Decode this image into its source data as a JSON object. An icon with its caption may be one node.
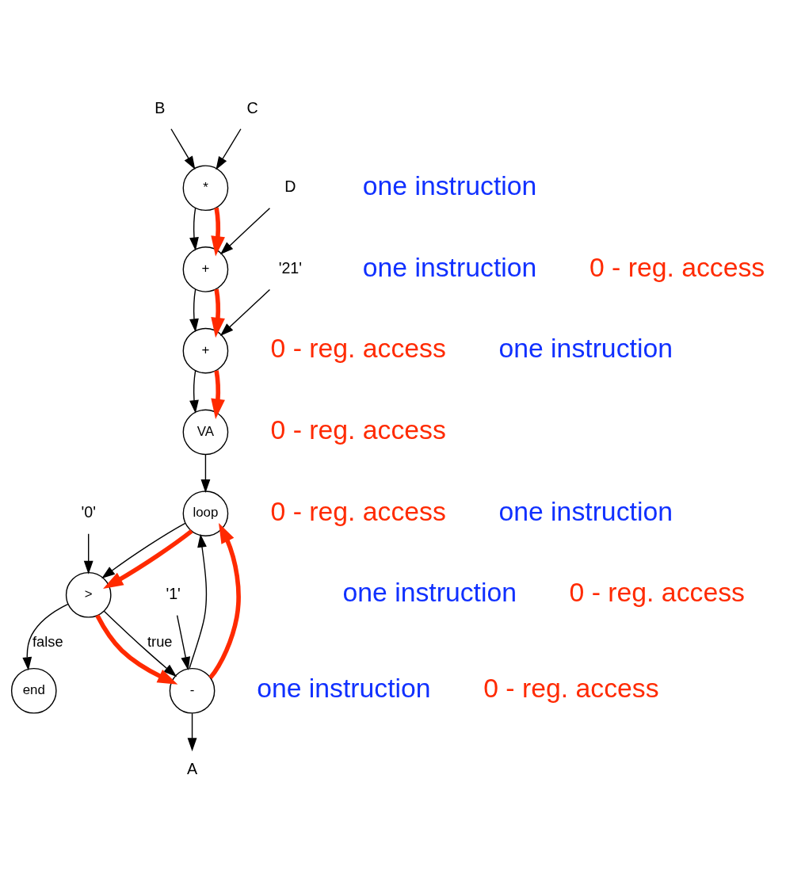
{
  "diagram": {
    "nodes": [
      {
        "text": [
          "B"
        ]
      },
      {
        "text": [
          "C"
        ]
      },
      {
        "text": [
          "*"
        ]
      },
      {
        "text": [
          "D"
        ]
      },
      {
        "text": [
          "+"
        ]
      },
      {
        "text": [
          "'21'"
        ]
      },
      {
        "text": [
          "+"
        ]
      },
      {
        "text": [
          "VA"
        ]
      },
      {
        "text": [
          "loop"
        ]
      },
      {
        "text": [
          "'0'"
        ]
      },
      {
        "text": [
          ">"
        ]
      },
      {
        "text": [
          "'1'"
        ]
      },
      {
        "text": [
          "-"
        ]
      },
      {
        "text": [
          "end"
        ]
      },
      {
        "text": [
          "A"
        ]
      }
    ],
    "edges": [
      {
        "from": 0,
        "to": 2,
        "arrow": "to"
      },
      {
        "from": 1,
        "to": 2,
        "arrow": "to"
      },
      {
        "from": 2,
        "to": 4,
        "arrow": "to"
      },
      {
        "from": 3,
        "to": 4,
        "arrow": "to"
      },
      {
        "from": 4,
        "to": 6,
        "arrow": "to"
      },
      {
        "from": 5,
        "to": 6,
        "arrow": "to"
      },
      {
        "from": 6,
        "to": 7,
        "arrow": "to"
      },
      {
        "from": 7,
        "to": 8,
        "arrow": "to"
      },
      {
        "from": 12,
        "to": 8,
        "arrow": "to"
      },
      {
        "from": 8,
        "to": 10,
        "arrow": "to"
      },
      {
        "from": 9,
        "to": 10,
        "arrow": "to"
      },
      {
        "from": 10,
        "to": 12,
        "arrow": "to",
        "label": "true"
      },
      {
        "from": 10,
        "to": 13,
        "arrow": "to",
        "label": "false"
      },
      {
        "from": 11,
        "to": 12,
        "arrow": "to"
      },
      {
        "from": 12,
        "to": 14,
        "arrow": "to"
      },
      {
        "from": 2,
        "to": 4,
        "arrow": "to",
        "style": "thick",
        "color": "#ff2a00"
      },
      {
        "from": 4,
        "to": 6,
        "arrow": "to",
        "style": "thick",
        "color": "#ff2a00"
      },
      {
        "from": 6,
        "to": 7,
        "arrow": "to",
        "style": "thick",
        "color": "#ff2a00"
      },
      {
        "from": 12,
        "to": 8,
        "arrow": "to",
        "style": "thick",
        "color": "#ff2a00"
      },
      {
        "from": 8,
        "to": 10,
        "arrow": "to",
        "style": "thick",
        "color": "#ff2a00"
      },
      {
        "from": 10,
        "to": 12,
        "arrow": "to",
        "style": "thick",
        "color": "#ff2a00"
      }
    ],
    "labels": [
      "one instruction",
      "one instruction",
      "0 - reg. access",
      "0 - reg. access",
      "one instruction",
      "0 - reg. access",
      "0 - reg. access",
      "one instruction",
      "one instruction",
      "0 - reg. access",
      "one instruction",
      "0 - reg. access"
    ]
  }
}
